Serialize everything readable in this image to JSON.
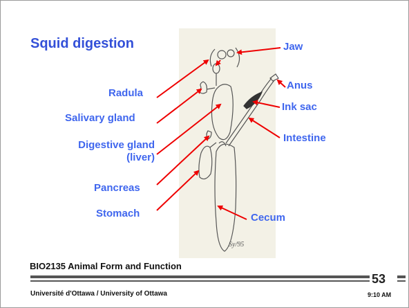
{
  "slide": {
    "title": "Squid digestion",
    "course": "BIO2135 Animal Form and Function",
    "university": "Université d'Ottawa / University of Ottawa",
    "page_number": "53",
    "time": "9:10 AM",
    "illustration_signature": "Sy/95"
  },
  "labels": {
    "jaw": "Jaw",
    "radula": "Radula",
    "salivary_gland": "Salivary gland",
    "digestive_gland_line1": "Digestive gland",
    "digestive_gland_line2": "(liver)",
    "pancreas": "Pancreas",
    "stomach": "Stomach",
    "anus": "Anus",
    "ink_sac": "Ink sac",
    "intestine": "Intestine",
    "cecum": "Cecum"
  },
  "colors": {
    "title": "#3350d8",
    "label": "#3f66ee",
    "arrow": "#ee0000",
    "panel": "#f3f1e6"
  }
}
